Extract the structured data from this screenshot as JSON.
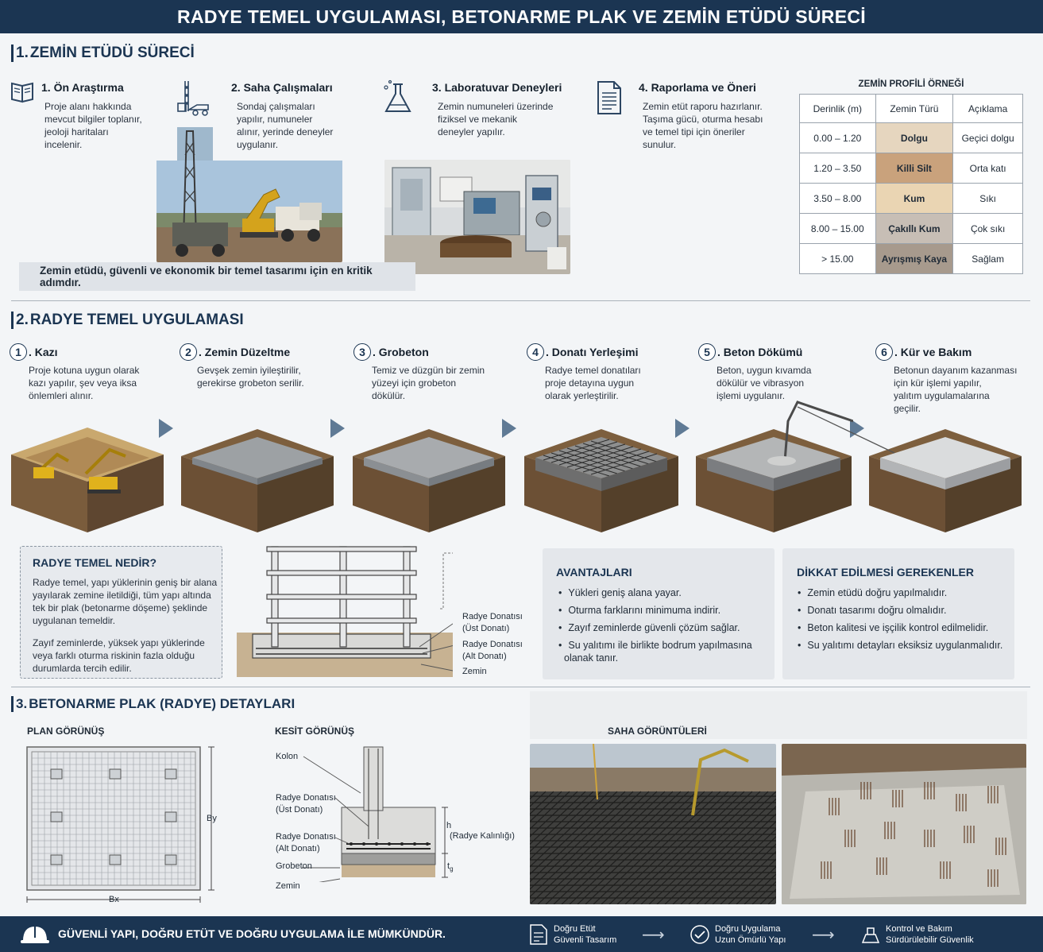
{
  "header": {
    "title": "RADYE TEMEL UYGULAMASI, BETONARME PLAK VE ZEMİN ETÜDÜ SÜRECİ"
  },
  "section1": {
    "num": "1.",
    "title": "ZEMİN ETÜDÜ SÜRECİ",
    "steps": [
      {
        "title": "1. Ön Araştırma",
        "text": [
          "Proje alanı hakkında",
          "mevcut bilgiler toplanır,",
          "jeoloji haritaları",
          "incelenir."
        ]
      },
      {
        "title": "2. Saha Çalışmaları",
        "text": [
          "Sondaj çalışmaları",
          "yapılır, numuneler",
          "alınır, yerinde deneyler",
          "uygulanır."
        ]
      },
      {
        "title": "3. Laboratuvar Deneyleri",
        "text": [
          "Zemin numuneleri üzerinde",
          "fiziksel ve mekanik",
          "deneyler yapılır."
        ]
      },
      {
        "title": "4. Raporlama ve Öneri",
        "text": [
          "Zemin etüt raporu hazırlanır.",
          "Taşıma gücü, oturma hesabı",
          "ve temel tipi için öneriler",
          "sunulur."
        ]
      }
    ],
    "note": "Zemin etüdü, güvenli ve ekonomik bir temel tasarımı için en kritik adımdır.",
    "profile": {
      "title": "ZEMİN PROFİLİ ÖRNEĞİ",
      "headers": [
        "Derinlik (m)",
        "Zemin Türü",
        "Açıklama"
      ],
      "rows": [
        {
          "depth": "0.00 – 1.20",
          "type": "Dolgu",
          "desc": "Geçici dolgu",
          "color": "#e6d6bf"
        },
        {
          "depth": "1.20 – 3.50",
          "type": "Killi Silt",
          "desc": "Orta katı",
          "color": "#c9a27c"
        },
        {
          "depth": "3.50 – 8.00",
          "type": "Kum",
          "desc": "Sıkı",
          "color": "#ead5b3"
        },
        {
          "depth": "8.00 – 15.00",
          "type": "Çakıllı Kum",
          "desc": "Çok sıkı",
          "color": "#c7beb5"
        },
        {
          "depth": "> 15.00",
          "type": "Ayrışmış Kaya",
          "desc": "Sağlam",
          "color": "#a79a8d"
        }
      ]
    }
  },
  "section2": {
    "num": "2.",
    "title": "RADYE TEMEL UYGULAMASI",
    "steps": [
      {
        "num": "1",
        "title": ". Kazı",
        "text": [
          "Proje kotuna uygun olarak",
          "kazı yapılır, şev veya iksa",
          "önlemleri alınır."
        ]
      },
      {
        "num": "2",
        "title": ". Zemin Düzeltme",
        "text": [
          "Gevşek zemin iyileştirilir,",
          "gerekirse grobeton serilir."
        ]
      },
      {
        "num": "3",
        "title": ". Grobeton",
        "text": [
          "Temiz ve düzgün bir zemin",
          "yüzeyi için grobeton",
          "dökülür."
        ]
      },
      {
        "num": "4",
        "title": ". Donatı Yerleşimi",
        "text": [
          "Radye temel donatıları",
          "proje detayına uygun",
          "olarak yerleştirilir."
        ]
      },
      {
        "num": "5",
        "title": ". Beton Dökümü",
        "text": [
          "Beton, uygun kıvamda",
          "dökülür ve vibrasyon",
          "işlemi uygulanır."
        ]
      },
      {
        "num": "6",
        "title": ". Kür ve Bakım",
        "text": [
          "Betonun dayanım kazanması",
          "için kür işlemi yapılır,",
          "yalıtım uygulamalarına",
          "geçilir."
        ]
      }
    ],
    "what": {
      "title": "RADYE TEMEL NEDİR?",
      "p1": [
        "Radye temel, yapı yüklerinin geniş bir alana",
        "yayılarak zemine iletildiği, tüm yapı altında",
        "tek bir plak (betonarme döşeme) şeklinde",
        "uygulanan temeldir."
      ],
      "p2": [
        "Zayıf zeminlerde, yüksek yapı yüklerinde",
        "veya farklı oturma riskinin fazla olduğu",
        "durumlarda tercih edilir."
      ]
    },
    "diagram_labels": [
      "Radye Donatısı",
      "(Üst Donatı)",
      "Radye Donatısı",
      "(Alt Donatı)",
      "Zemin"
    ],
    "advantages": {
      "title": "AVANTAJLARI",
      "items": [
        "Yükleri geniş alana yayar.",
        "Oturma farklarını minimuma indirir.",
        "Zayıf zeminlerde güvenli çözüm sağlar.",
        "Su yalıtımı ile birlikte bodrum yapılmasına"
      ],
      "last_cont": "olanak tanır."
    },
    "cautions": {
      "title": "DİKKAT EDİLMESİ GEREKENLER",
      "items": [
        "Zemin etüdü doğru yapılmalıdır.",
        "Donatı tasarımı doğru olmalıdır.",
        "Beton kalitesi ve işçilik kontrol edilmelidir.",
        "Su yalıtımı detayları eksiksiz uygulanmalıdır."
      ]
    }
  },
  "section3": {
    "num": "3.",
    "title": "BETONARME PLAK (RADYE) DETAYLARI",
    "plan": {
      "title": "PLAN GÖRÜNÜŞ",
      "bx": "Bx",
      "by": "By"
    },
    "section": {
      "title": "KESİT GÖRÜNÜŞ",
      "labels": [
        "Kolon",
        "Radye Donatısı",
        "(Üst Donatı)",
        "Radye Donatısı",
        "(Alt Donatı)",
        "Grobeton",
        "Zemin"
      ],
      "h": "h",
      "h_desc": "(Radye Kalınlığı)",
      "tg": "t"
    },
    "site": {
      "title": "SAHA GÖRÜNTÜLERİ"
    }
  },
  "footer": {
    "slogan": "GÜVENLİ YAPI, DOĞRU ETÜT VE DOĞRU UYGULAMA İLE MÜMKÜNDÜR.",
    "items": [
      {
        "l1": "Doğru Etüt",
        "l2": "Güvenli Tasarım"
      },
      {
        "l1": "Doğru Uygulama",
        "l2": "Uzun Ömürlü Yapı"
      },
      {
        "l1": "Kontrol ve Bakım",
        "l2": "Sürdürülebilir Güvenlik"
      }
    ],
    "arrow": "⟶"
  }
}
